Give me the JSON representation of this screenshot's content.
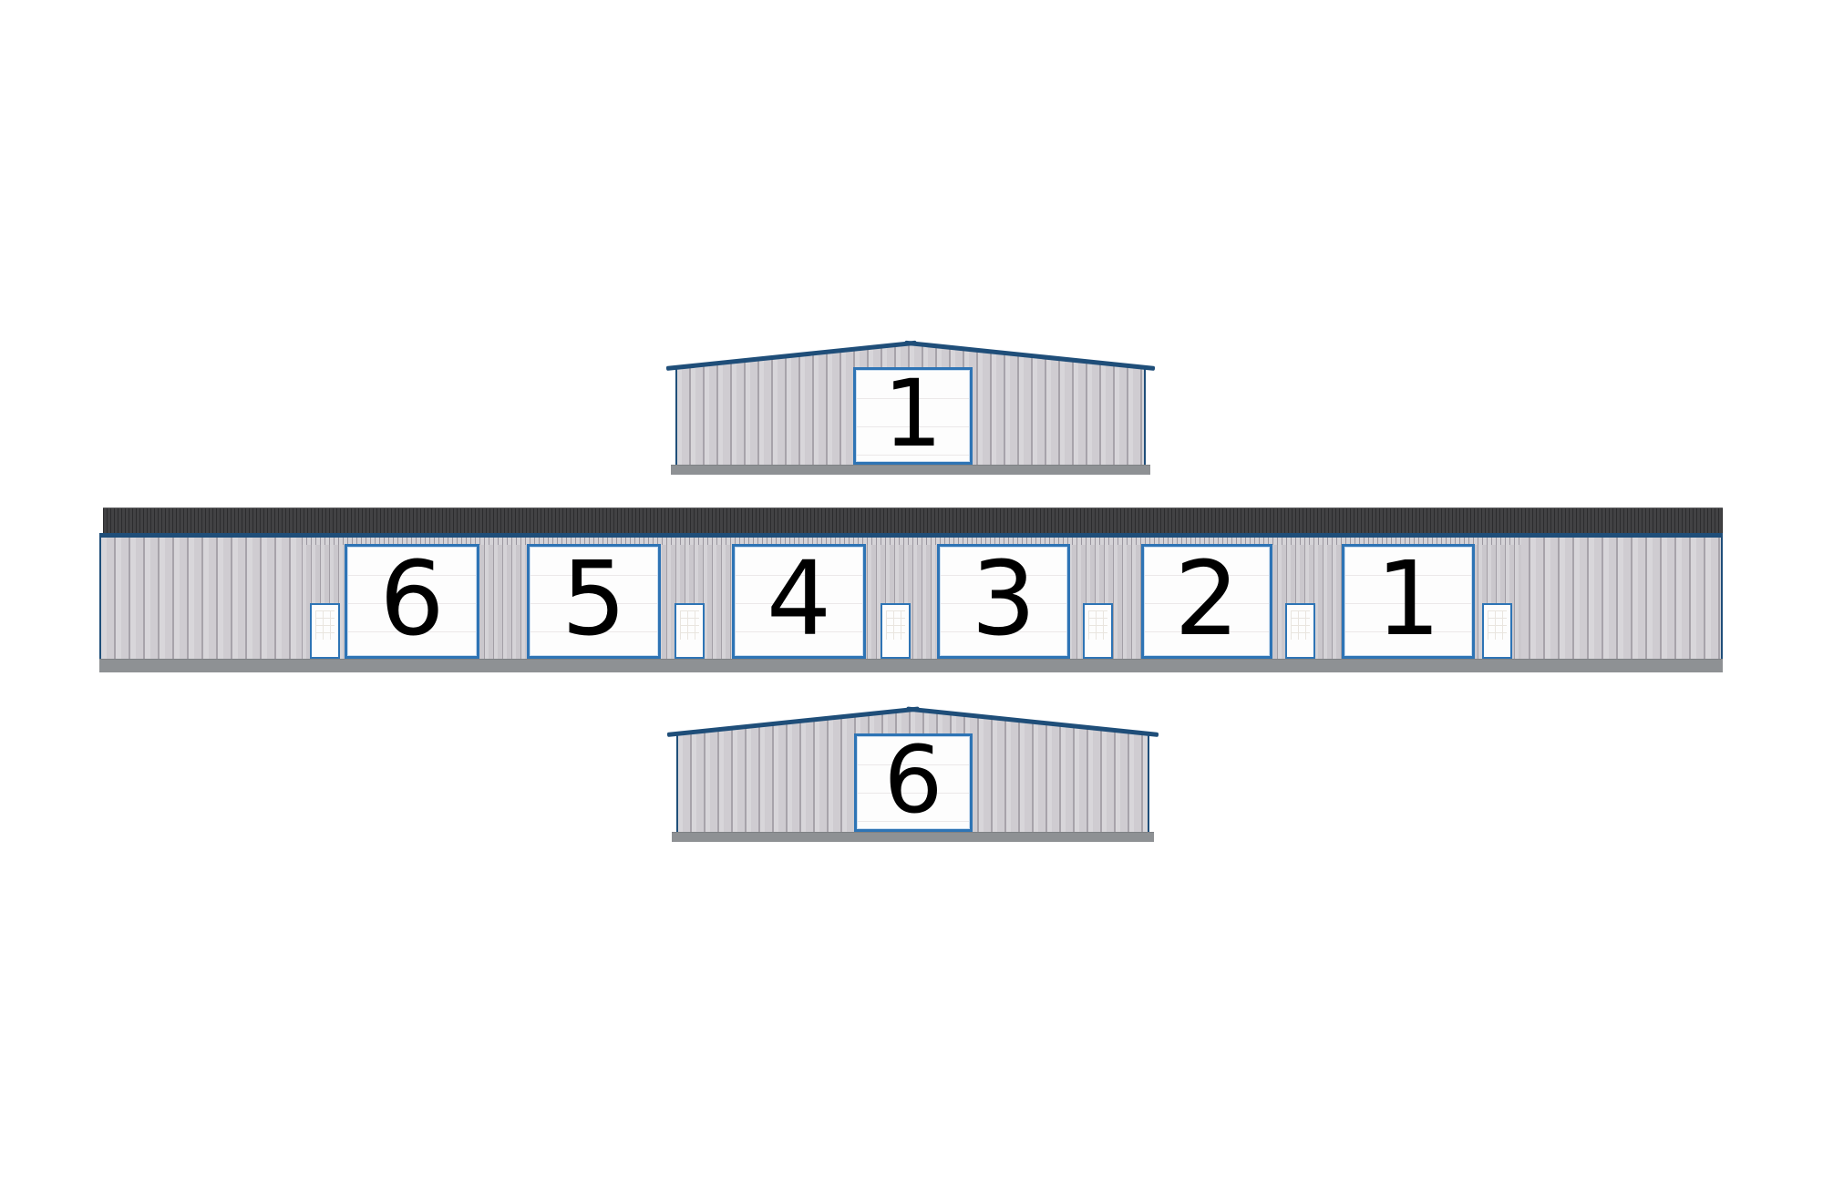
{
  "drawing": {
    "type": "storage-building-elevations",
    "background": "#ffffff"
  },
  "colors": {
    "roof_trim_blue": "#1f4e79",
    "door_border_blue": "#2e74b5",
    "siding_light_gray": "#d6d4d8",
    "siding_rib_gray": "#a7a3aa",
    "parapet_dark_gray": "#3c3c3e",
    "foundation_gray": "#8e9194",
    "door_white": "#fdfdfd",
    "digit_black": "#000000"
  },
  "end_elevation_top": {
    "door_label": "1"
  },
  "side_elevation": {
    "doors": [
      {
        "label": "6"
      },
      {
        "label": "5"
      },
      {
        "label": "4"
      },
      {
        "label": "3"
      },
      {
        "label": "2"
      },
      {
        "label": "1"
      }
    ],
    "man_door_count": 6
  },
  "end_elevation_bottom": {
    "door_label": "6"
  }
}
